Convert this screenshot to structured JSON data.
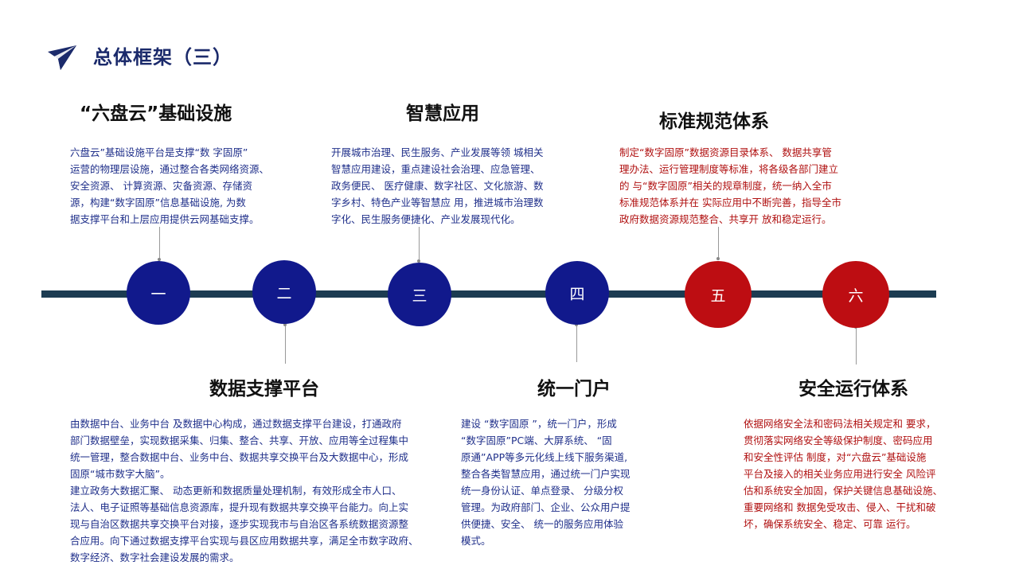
{
  "header": {
    "title": "总体框架（三）",
    "icon": "paper-plane-icon"
  },
  "colors": {
    "navy": "#11198c",
    "crimson": "#bd0d12",
    "timeline": "#1c3c52",
    "title": "#1b2a6b"
  },
  "nodes": [
    {
      "label": "一",
      "color": "navy"
    },
    {
      "label": "二",
      "color": "navy"
    },
    {
      "label": "三",
      "color": "navy"
    },
    {
      "label": "四",
      "color": "navy"
    },
    {
      "label": "五",
      "color": "crimson"
    },
    {
      "label": "六",
      "color": "crimson"
    }
  ],
  "sections": [
    {
      "heading": "“六盘云”基础设施",
      "text": "六盘云”基础设施平台是支撑“数 字固原”\n运营的物理层设施，通过整合各类网络资源、\n安全资源、 计算资源、灾备资源、存储资\n源，构建“数字固原”信息基础设施, 为数\n据支撑平台和上层应用提供云网基础支撑。"
    },
    {
      "heading": "数据支撑平台",
      "text": "由数据中台、业务中台 及数据中心构成，通过数据支撑平台建设，打通政府\n部门数据壁垒，实现数据采集、归集、整合、共享、开放、应用等全过程集中\n统一管理，整合数据中台、业务中台、数据共享交换平台及大数据中心，形成\n固原“城市数字大脑”。\n建立政务大数据汇聚、 动态更新和数据质量处理机制，有效形成全市人口、\n法人、电子证照等基础信息资源库，提升现有数据共享交换平台能力。向上实\n现与自治区数据共享交换平台对接，逐步实现我市与自治区各系统数据资源整\n合应用。向下通过数据支撑平台实现与县区应用数据共享，满足全市数字政府、\n数字经济、数字社会建设发展的需求。"
    },
    {
      "heading": "智慧应用",
      "text": "开展城市治理、民生服务、产业发展等领 城相关\n智慧应用建设，重点建设社会治理、应急管理、\n政务便民、 医疗健康、数字社区、文化旅游、数\n字乡村、特色产业等智慧应 用，推进城市治理数\n字化、民生服务便捷化、产业发展现代化。"
    },
    {
      "heading": "统一门户",
      "text": "建设 “数字固原 ”，统一门户，形成\n“数字固原”PC端、大屏系统、 “固\n原通”APP等多元化线上线下服务渠道,\n整合各类智慧应用，通过统一门户实现\n统一身份认证、单点登录、 分级分权\n管理。为政府部门、企业、公众用户提\n供便捷、安全、 统一的服务应用体验\n模式。"
    },
    {
      "heading": "标准规范体系",
      "text": "制定“数字固原”数据资源目录体系、 数据共享管\n理办法、运行管理制度等标准，将各级各部门建立\n的 与“数字固原”相关的规章制度，统一纳入全市\n标准规范体系并在 实际应用中不断完善，指导全市\n政府数据资源规范整合、共享开 放和稳定运行。"
    },
    {
      "heading": "安全运行体系",
      "text": "依据网络安全法和密码法相关规定和 要求，\n贯彻落实网络安全等级保护制度、密码应用\n和安全性评估 制度，对“六盘云”基础设施\n平台及接入的相关业务应用进行安全 风险评\n估和系统安全加固，保护关键信息基础设施、\n重要网络和 数据免受攻击、侵入、干扰和破\n坏，确保系统安全、稳定、可靠 运行。"
    }
  ]
}
